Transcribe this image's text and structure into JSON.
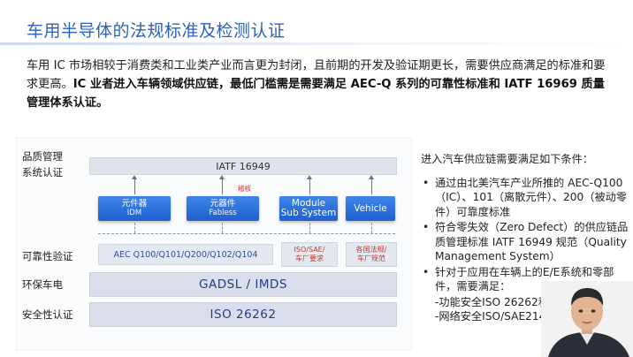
{
  "slide": {
    "title": "车用半导体的法规标准及检测认证",
    "intro_normal": "车用 IC 市场相较于消费类和工业类产业而言更为封闭，且前期的开发及验证期更长，需要供应商满足的标准和要求更高。",
    "intro_bold": "IC 业者进入车辆领域供应链，最低门槛需是需要满足 AEC-Q 系列的可靠性标准和 IATF 16969 质量管理体系认证。"
  },
  "diagram": {
    "row_labels": {
      "quality": "品质管理\n系统认证",
      "reliability": "可靠性验证",
      "environment": "环保车电",
      "safety": "安全性认证"
    },
    "iatf": "IATF 16949",
    "blue_boxes": [
      {
        "label": "元件器",
        "sub": "IDM"
      },
      {
        "label": "元器件",
        "sub": "Fabless"
      },
      {
        "label": "Module\nSub System",
        "sub": ""
      },
      {
        "label": "Vehicle",
        "sub": ""
      }
    ],
    "note": "稽核",
    "aec": "AEC Q100/Q101/Q200/Q102/Q104",
    "small_boxes": [
      "ISO/SAE/\n车厂要求",
      "各国法规/\n车厂规范"
    ],
    "gadsl": "GADSL / IMDS",
    "iso": "ISO 26262"
  },
  "side": {
    "heading": "进入汽车供应链需要满足如下条件：",
    "bullets": [
      "通过由北美汽车产业所推的 AEC-Q100（IC）、101（离散元件）、200（被动零件）可靠度标准",
      "符合零失效（Zero Defect）的供应链品质管理标准 IATF 16949 规范（Quality Management System）",
      "针对于应用在车辆上的E/E系统和零部件，需要满足："
    ],
    "sub_lines": [
      "-功能安全ISO 26262和",
      "-网络安全ISO/SAE2143       要求"
    ]
  },
  "colors": {
    "title": "#2b63b8",
    "blue_box": "#1f5fcf",
    "band": "#dfe3ec",
    "red_text": "#c0392b"
  }
}
